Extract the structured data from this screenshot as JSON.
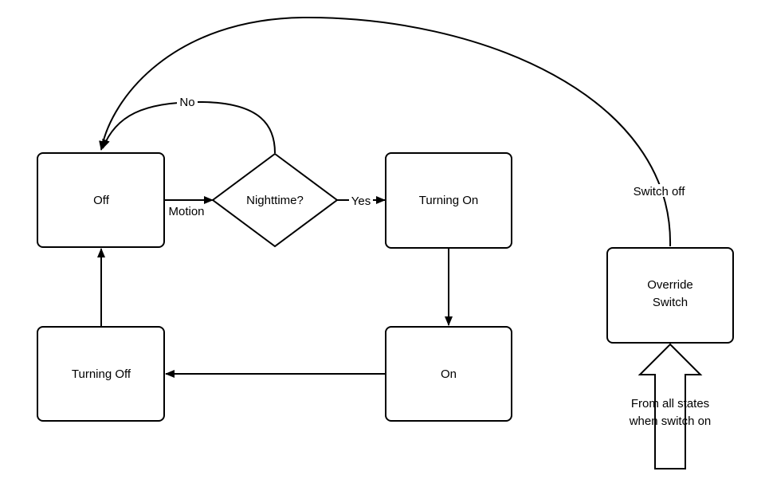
{
  "nodes": {
    "off": "Off",
    "nighttime": "Nighttime?",
    "turning_on": "Turning On",
    "on": "On",
    "turning_off": "Turning Off",
    "override_line1": "Override",
    "override_line2": "Switch"
  },
  "edges": {
    "motion": "Motion",
    "yes": "Yes",
    "no": "No",
    "switch_off": "Switch off"
  },
  "note": {
    "line1": "From all states",
    "line2": "when switch on"
  }
}
